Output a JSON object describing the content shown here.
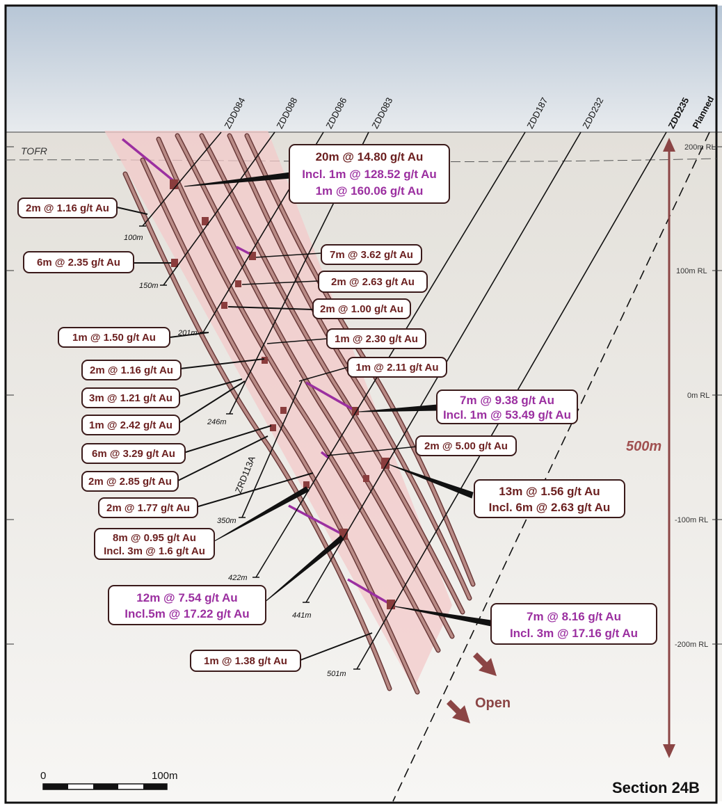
{
  "diagram": {
    "surface_label": "TOFR",
    "section_title": "Section 24B",
    "open_label": "Open",
    "vertical_scale_label": "500m",
    "scale_bar": {
      "start_label": "0",
      "end_label": "100m"
    },
    "rl_labels": [
      "200m RL",
      "100m RL",
      "0m RL",
      "-100m RL",
      "-200m RL"
    ],
    "drill_holes": [
      "ZDD084",
      "ZDD088",
      "ZDD086",
      "ZDD083",
      "ZDD187",
      "ZDD232",
      "ZDD235",
      "Planned",
      "ZRD113A"
    ],
    "hole_depths": [
      "100m",
      "150m",
      "201m",
      "246m",
      "350m",
      "422m",
      "441m",
      "501m"
    ],
    "intercepts": {
      "i01": [
        "20m @ 14.80 g/t Au",
        "Incl. 1m @ 128.52 g/t Au",
        "1m @ 160.06 g/t Au"
      ],
      "i02": [
        "2m @ 1.16 g/t Au"
      ],
      "i03": [
        "6m @ 2.35 g/t Au"
      ],
      "i04": [
        "7m @ 3.62 g/t Au"
      ],
      "i05": [
        "2m @ 2.63 g/t Au"
      ],
      "i06": [
        "2m @ 1.00 g/t Au"
      ],
      "i07": [
        "1m @ 1.50 g/t Au"
      ],
      "i08": [
        "1m @ 2.30 g/t Au"
      ],
      "i09": [
        "2m @ 1.16 g/t Au"
      ],
      "i10": [
        "1m @ 2.11 g/t Au"
      ],
      "i11": [
        "3m @ 1.21 g/t Au"
      ],
      "i12": [
        "7m @ 9.38 g/t Au",
        "Incl. 1m @ 53.49 g/t Au"
      ],
      "i13": [
        "1m @ 2.42 g/t Au"
      ],
      "i14": [
        "6m @ 3.29 g/t Au"
      ],
      "i15": [
        "2m @ 5.00 g/t Au"
      ],
      "i16": [
        "2m @ 2.85 g/t Au"
      ],
      "i17": [
        "13m @ 1.56 g/t Au",
        "Incl. 6m @ 2.63 g/t Au"
      ],
      "i18": [
        "2m @ 1.77 g/t Au"
      ],
      "i19": [
        "8m @ 0.95 g/t Au",
        "Incl. 3m @ 1.6 g/t Au"
      ],
      "i20": [
        "12m @ 7.54 g/t Au",
        "Incl.5m @ 17.22 g/t Au"
      ],
      "i21": [
        "7m @ 8.16 g/t Au",
        "Incl. 3m @ 17.16 g/t Au"
      ],
      "i22": [
        "1m @ 1.38 g/t Au"
      ]
    },
    "colors": {
      "sky_top": "#b9c7d6",
      "ground": "#e4e1db",
      "halo": "#f3c9c9",
      "vein": "#6a3a3a",
      "intercept_text": "#6b1f1f",
      "high_grade": "#9b2fa0",
      "arrow": "#8b4545"
    }
  }
}
